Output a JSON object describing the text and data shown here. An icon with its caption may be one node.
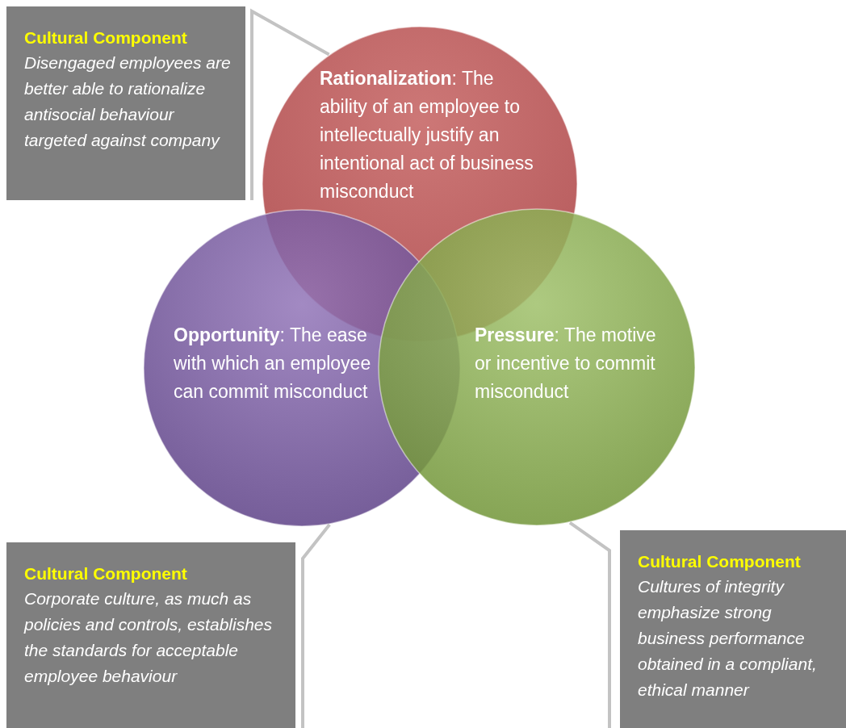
{
  "diagram": {
    "nodes": [
      {
        "text": [
          "**Rationalization**: The ability of an employee to intellectually justify an intentional act of business misconduct"
        ]
      },
      {
        "text": [
          "**Opportunity**: The ease with which an employee can commit misconduct"
        ]
      },
      {
        "text": [
          "**Pressure**: The motive or incentive to commit misconduct"
        ]
      },
      {
        "text": [
          "Cultural Component",
          "Disengaged employees are better able to rationalize antisocial behaviour targeted against company"
        ]
      },
      {
        "text": [
          "Cultural Component",
          "Corporate culture, as much as policies and controls, establishes the standards for acceptable employee behaviour"
        ]
      },
      {
        "text": [
          "Cultural Component",
          "Cultures of integrity emphasize strong business performance obtained in a compliant, ethical manner"
        ]
      }
    ],
    "edges": [
      {
        "from": 3,
        "to": 0,
        "arrow": "none"
      },
      {
        "from": 4,
        "to": 1,
        "arrow": "none"
      },
      {
        "from": 5,
        "to": 2,
        "arrow": "none"
      }
    ]
  }
}
